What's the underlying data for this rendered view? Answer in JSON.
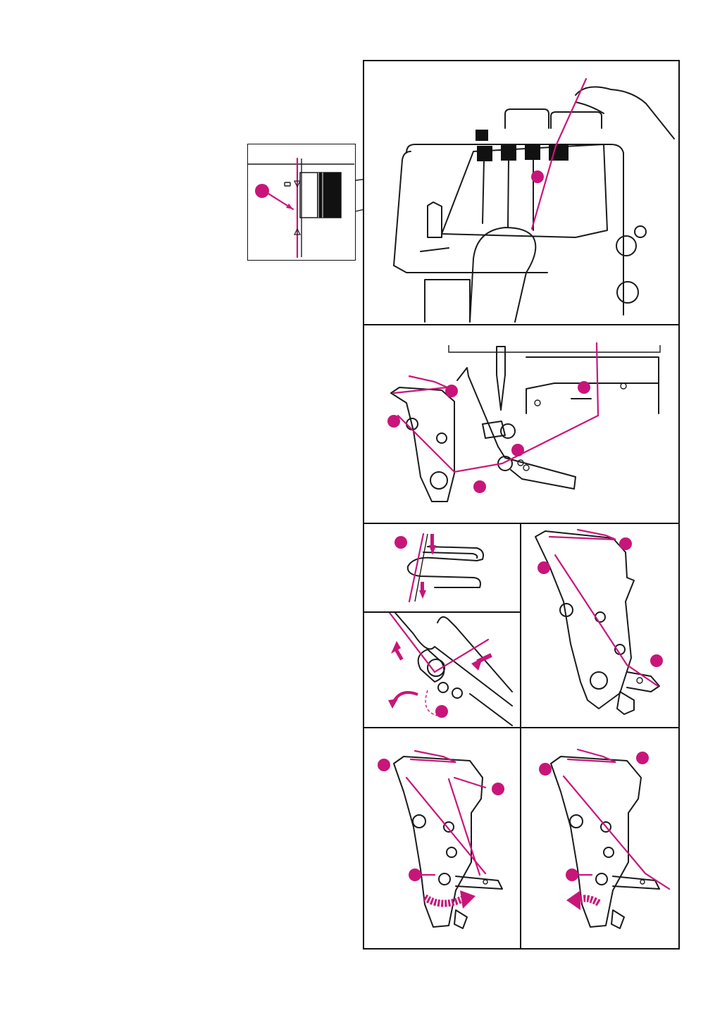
{
  "colors": {
    "accent": "#c8157a",
    "line": "#1a1a1a",
    "background": "#ffffff"
  },
  "figures": {
    "inset": {
      "icon": "thread-tension-disc-closeup",
      "markers": [
        "marker-dot"
      ]
    },
    "step_1": {
      "icon": "threading-tension-dial-hands",
      "markers": [
        "marker-dot"
      ]
    },
    "step_2": {
      "icon": "thread-guide-path-looper",
      "markers": [
        "marker-dot",
        "marker-dot",
        "marker-dot",
        "marker-dot",
        "marker-dot"
      ]
    },
    "step_3a": {
      "icon": "thread-guide-hook",
      "markers": [
        "marker-dot"
      ]
    },
    "step_3b": {
      "icon": "looper-eye-insert-thread",
      "markers": [
        "marker-dot"
      ]
    },
    "step_3c": {
      "icon": "lower-looper-threaded",
      "markers": [
        "marker-dot",
        "marker-dot",
        "marker-dot"
      ]
    },
    "step_4a": {
      "icon": "looper-rotate-right",
      "markers": [
        "marker-dot",
        "marker-dot",
        "marker-dot"
      ]
    },
    "step_4b": {
      "icon": "looper-rotate-left",
      "markers": [
        "marker-dot",
        "marker-dot",
        "marker-dot"
      ]
    }
  }
}
